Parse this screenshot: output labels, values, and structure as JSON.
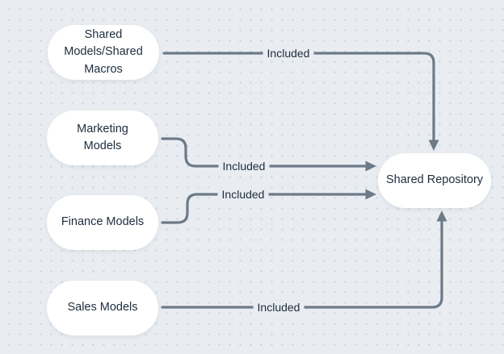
{
  "colors": {
    "background": "#e9edf1",
    "dot_grid": "#c9d1d9",
    "node_fill": "#ffffff",
    "text": "#1e2d3d",
    "edge": "#6d7a89"
  },
  "diagram": {
    "nodes": [
      {
        "id": "shared-models-macros",
        "label": "Shared Models/Shared Macros"
      },
      {
        "id": "marketing-models",
        "label": "Marketing Models"
      },
      {
        "id": "finance-models",
        "label": "Finance Models"
      },
      {
        "id": "sales-models",
        "label": "Sales Models"
      },
      {
        "id": "shared-repository",
        "label": "Shared Repository"
      }
    ],
    "edges": [
      {
        "from": "shared-models-macros",
        "to": "shared-repository",
        "label": "Included"
      },
      {
        "from": "marketing-models",
        "to": "shared-repository",
        "label": "Included"
      },
      {
        "from": "finance-models",
        "to": "shared-repository",
        "label": "Included"
      },
      {
        "from": "sales-models",
        "to": "shared-repository",
        "label": "Included"
      }
    ]
  }
}
